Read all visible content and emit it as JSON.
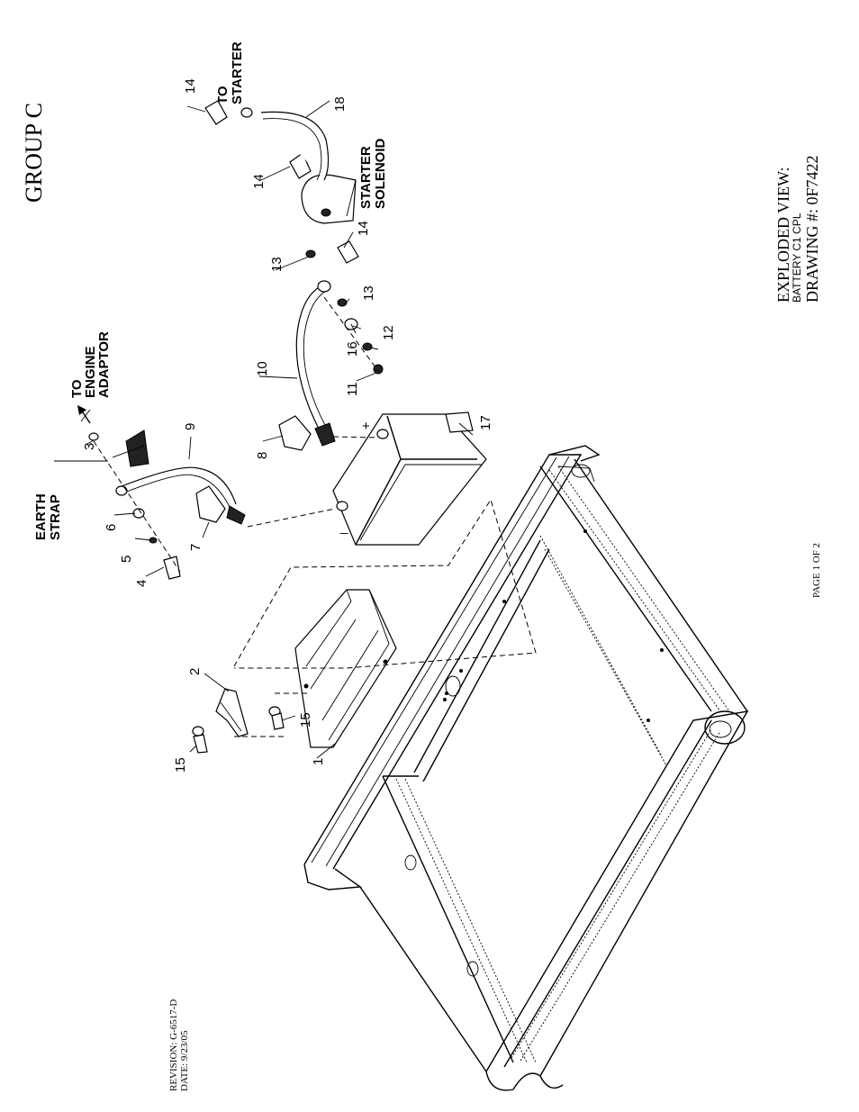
{
  "header": {
    "group": "GROUP C"
  },
  "title_block": {
    "view": "EXPLODED VIEW:",
    "subject": "BATTERY C1 CPL",
    "drawing": "DRAWING #: 0F7422"
  },
  "page": {
    "label": "PAGE 1 OF 2"
  },
  "revision": {
    "revision": "REVISION: G-6517-D",
    "date": "DATE:  9/23/05"
  },
  "labels": {
    "earth_strap": [
      "EARTH",
      "STRAP"
    ],
    "to_engine_adaptor": [
      "TO",
      "ENGINE",
      "ADAPTOR"
    ],
    "to_starter": [
      "TO",
      "STARTER"
    ],
    "starter_solenoid": [
      "STARTER",
      "SOLENOID"
    ]
  },
  "terminals": {
    "positive": "+",
    "negative": "_"
  },
  "callouts": [
    "1",
    "2",
    "3",
    "4",
    "5",
    "6",
    "7",
    "8",
    "9",
    "10",
    "11",
    "12",
    "13",
    "13",
    "14",
    "14",
    "14",
    "15",
    "15",
    "16",
    "17",
    "18"
  ]
}
